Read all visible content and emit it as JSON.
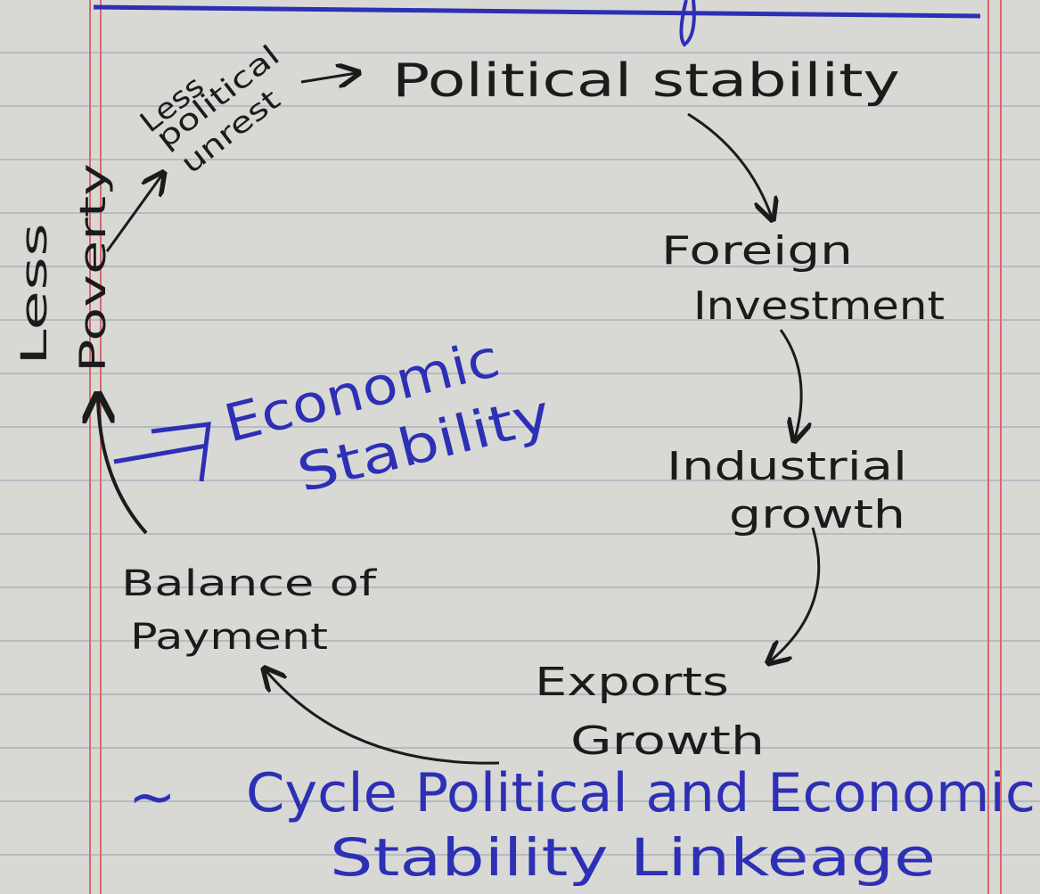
{
  "diagram": {
    "nodes": {
      "political_stability": "Political stability",
      "foreign_investment_1": "Foreign",
      "foreign_investment_2": "Investment",
      "industrial_growth_1": "Industrial",
      "industrial_growth_2": "growth",
      "exports_growth_1": "Exports",
      "exports_growth_2": "Growth",
      "balance_of_payment_1": "Balance of",
      "balance_of_payment_2": "Payment",
      "less_poverty_1": "Less",
      "less_poverty_2": "Poverty",
      "less_political_unrest_1": "Less",
      "less_political_unrest_2": "political",
      "less_political_unrest_3": "unrest"
    },
    "center_label_1": "Economic",
    "center_label_2": "Stability",
    "caption_prefix": "~",
    "caption_line1": "Cycle Political and Economic",
    "caption_line2": "Stability Linkeage"
  },
  "colors": {
    "ink": "#1b1b1b",
    "blue_ink": "#2d2fb5",
    "margin_red": "#d86a6a",
    "rule_line": "#8c96aa"
  }
}
